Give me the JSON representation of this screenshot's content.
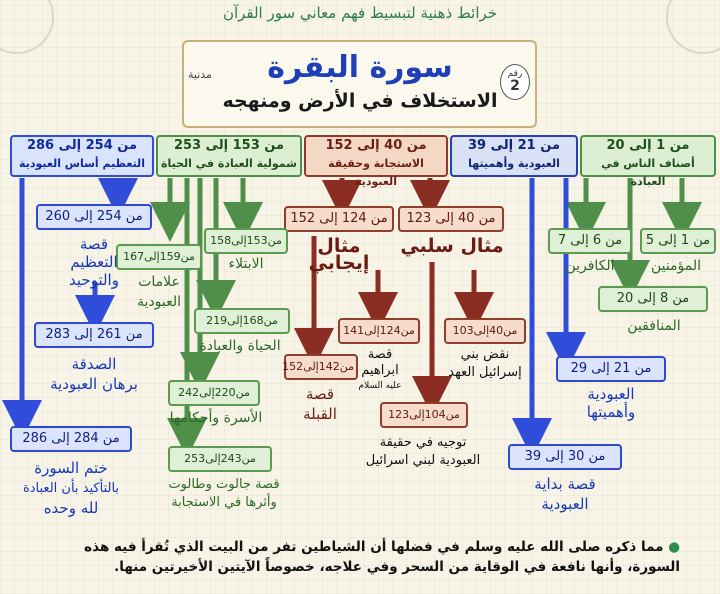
{
  "header": {
    "caption": "خرائط ذهنية لتبسيط فهم معاني سور القرآن",
    "surah_name": "سورة البقرة",
    "theme": "الاستخلاف في الأرض ومنهجه",
    "type": "مدنية",
    "rank_label": "رقم",
    "rank_number": "2"
  },
  "sections": [
    {
      "range": "من 1 إلى 20",
      "title": "أصناف الناس في العبادة"
    },
    {
      "range": "من 21 إلى 39",
      "title": "العبودية وأهميتها"
    },
    {
      "range": "من 40 إلى 152",
      "title": "الاستجابة وحقيقة العبودية"
    },
    {
      "range": "من 153 إلى 253",
      "title": "شمولية العبادة في الحياة"
    },
    {
      "range": "من 254 إلى 286",
      "title": "التعظيم أساس العبودية"
    }
  ],
  "col1": {
    "box_a": "من 1 إلى 5",
    "label_a": "المؤمنين",
    "box_b": "من 6 إلى 7",
    "label_b": "الكافرين",
    "box_c": "من 8 إلى 20",
    "label_c": "المنافقين"
  },
  "col2": {
    "box_a": "من 21 إلى 29",
    "label_a1": "العبودية",
    "label_a2": "وأهميتها",
    "box_b": "من 30 إلى 39",
    "label_b1": "قصة بداية",
    "label_b2": "العبودية"
  },
  "col3": {
    "neg_box": "من 40 إلى 123",
    "neg_label": "مثال سلبي",
    "pos_box": "من 124 إلى 152",
    "pos_label": "مثال إيجابي",
    "n1_box": "من40إلى103",
    "n1_l1": "نقض بني",
    "n1_l2": "إسرائيل العهد",
    "n2_box": "من124إلى141",
    "n2_l1": "قصة",
    "n2_l2": "ابراهيم",
    "n2_l3": "عليه السلام",
    "n3_box": "من104إلى123",
    "n3_l1": "توجيه في حقيقة",
    "n3_l2": "العبودية لبني اسرائيل",
    "n4_box": "من142إلى152",
    "n4_l1": "قصة",
    "n4_l2": "القبلة"
  },
  "col4": {
    "a_box": "من153إلى158",
    "a_label": "الابتلاء",
    "b_box": "من159إلى167",
    "b_l1": "علامات",
    "b_l2": "العبودية",
    "c_box": "من168إلى219",
    "c_label": "الحياة والعبادة",
    "d_box": "من220إلى242",
    "d_label": "الأسرة وأحكامها",
    "e_box": "من243إلى253",
    "e_l1": "قصة جالوت وطالوت",
    "e_l2": "وأثرها في الاستجابة"
  },
  "col5": {
    "a_box": "من 254 إلى 260",
    "a_l1": "قصة",
    "a_l2": "التعظيم",
    "a_l3": "والتوحيد",
    "b_box": "من 261 إلى 283",
    "b_l1": "الصدقة",
    "b_l2": "برهان العبودية",
    "c_box": "من 284 إلى 286",
    "c_l1": "ختم السورة",
    "c_l2": "بالتأكيد بأن العبادة",
    "c_l3": "لله وحده"
  },
  "footer": {
    "line1": "مما ذكره صلى الله عليه وسلم في فضلها أن الشياطين تفر من البيت الذي تُقرأ فيه هذه",
    "line2": "السورة، وأنها نافعة في الوقاية من السحر وفي علاجه، خصوصاً الآيتين الأخيرتين منها."
  },
  "colors": {
    "blue": "#2f4dd8",
    "green": "#4f8f49",
    "brown": "#8b3b2a"
  }
}
